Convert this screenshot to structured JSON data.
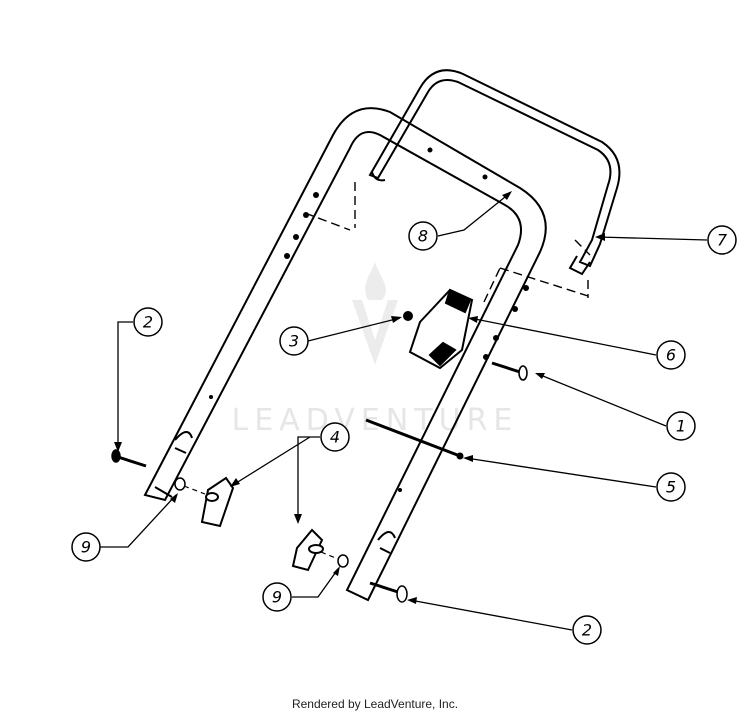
{
  "watermark": {
    "text": "LEADVENTURE"
  },
  "credit": "Rendered by LeadVenture, Inc.",
  "callouts": [
    {
      "id": "2-top",
      "label": "2"
    },
    {
      "id": "3",
      "label": "3"
    },
    {
      "id": "4",
      "label": "4"
    },
    {
      "id": "8",
      "label": "8"
    },
    {
      "id": "7",
      "label": "7"
    },
    {
      "id": "6",
      "label": "6"
    },
    {
      "id": "1",
      "label": "1"
    },
    {
      "id": "5",
      "label": "5"
    },
    {
      "id": "9-left",
      "label": "9"
    },
    {
      "id": "9-bottom",
      "label": "9"
    },
    {
      "id": "2-bottom",
      "label": "2"
    }
  ]
}
